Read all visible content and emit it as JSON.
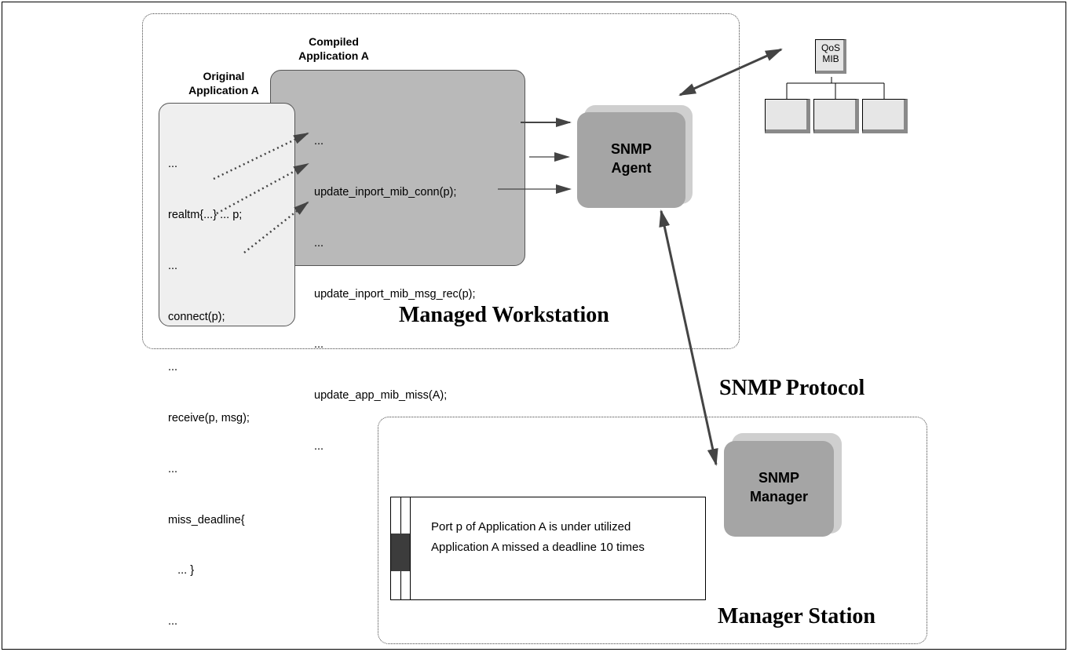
{
  "original_app": {
    "title_lines": [
      "Original",
      "Application A"
    ],
    "code": [
      "...",
      "realtm{...} ... p;",
      "...",
      "connect(p);",
      "...",
      "receive(p, msg);",
      "...",
      "miss_deadline{",
      "   ... }",
      "..."
    ]
  },
  "compiled_app": {
    "title_lines": [
      "Compiled",
      "Application A"
    ],
    "code": [
      "...",
      "update_inport_mib_conn(p);",
      "...",
      "update_inport_mib_msg_rec(p);",
      "...",
      "update_app_mib_miss(A);",
      "..."
    ]
  },
  "agent": {
    "lines": [
      "SNMP",
      "Agent"
    ]
  },
  "manager": {
    "lines": [
      "SNMP",
      "Manager"
    ]
  },
  "qos_mib": {
    "lines": [
      "QoS",
      "MIB"
    ]
  },
  "workstation_title": "Managed Workstation",
  "protocol_title": "SNMP Protocol",
  "station_title": "Manager Station",
  "console": {
    "messages": [
      "Port p of Application A is under utilized",
      "Application A missed a deadline 10 times"
    ]
  },
  "colors": {
    "compiled_fill": "#b9b9b9",
    "original_fill": "#efefef",
    "agent_fill": "#a5a5a5",
    "agent_shadow": "#cfcfcf",
    "arrow": "#444444"
  }
}
